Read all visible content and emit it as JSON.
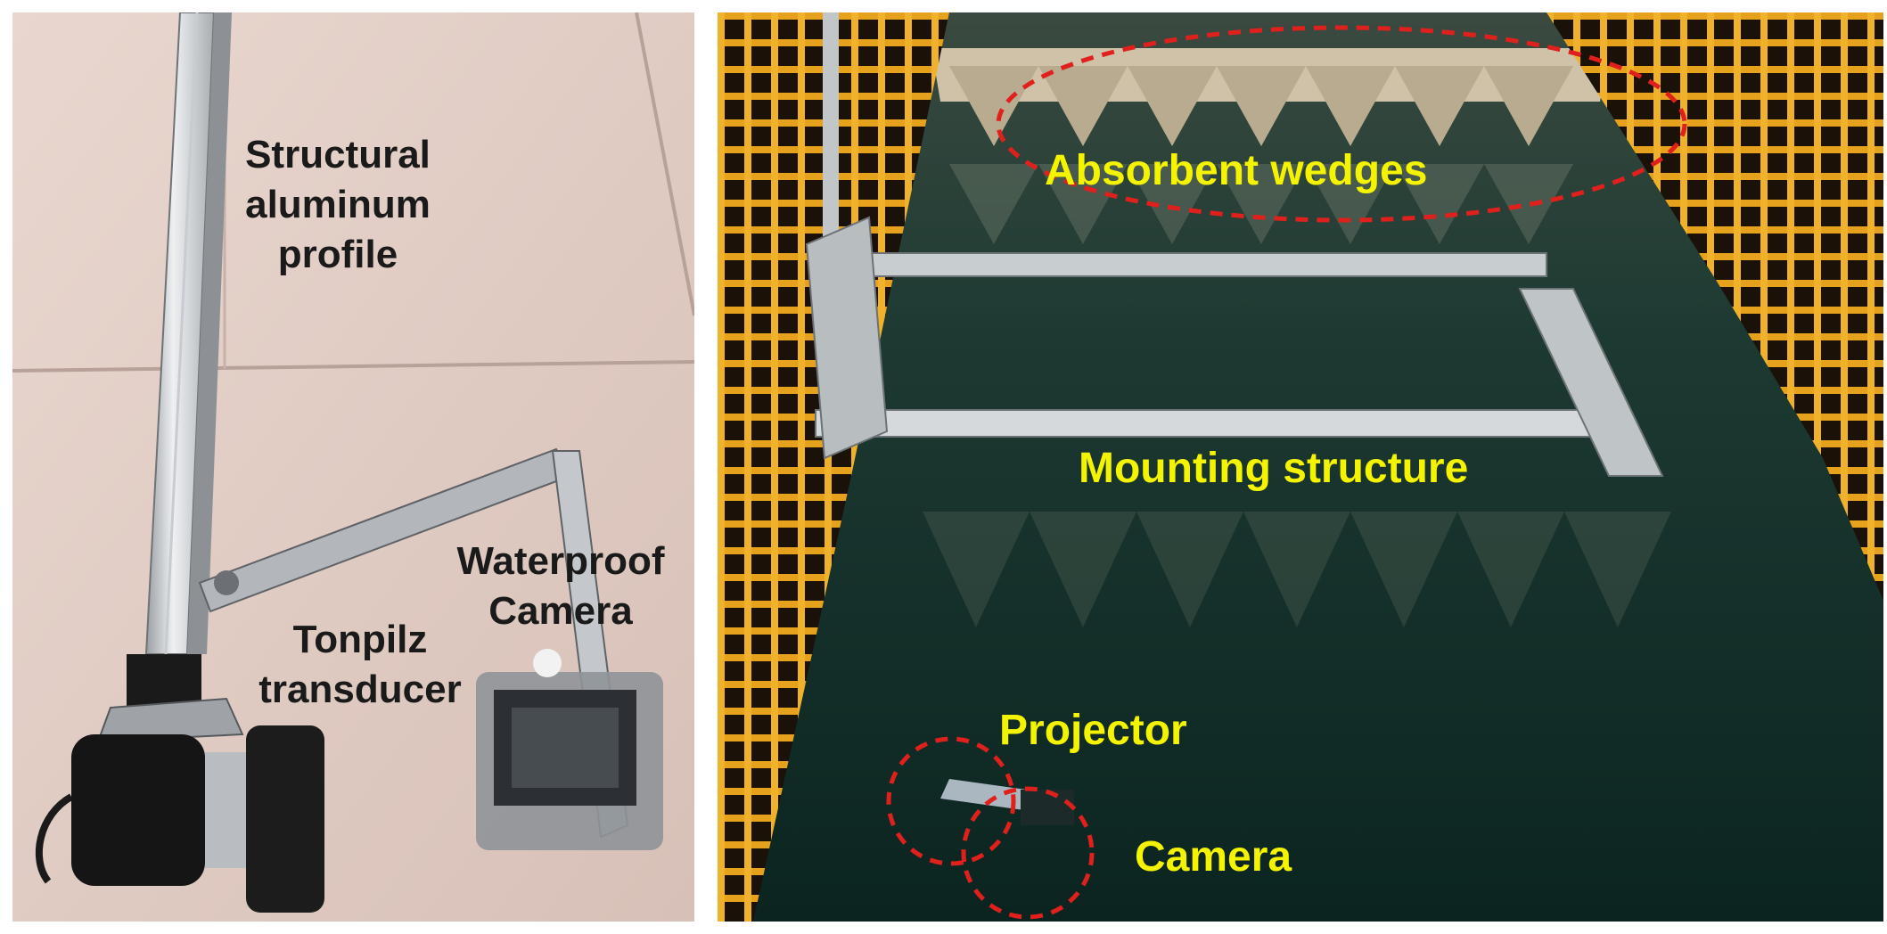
{
  "left_photo": {
    "labels": {
      "profile_line1": "Structural",
      "profile_line2": "aluminum",
      "profile_line3": "profile",
      "camera_line1": "Waterproof",
      "camera_line2": "Camera",
      "transducer_line1": "Tonpilz",
      "transducer_line2": "transducer"
    }
  },
  "right_photo": {
    "labels": {
      "wedges": "Absorbent wedges",
      "mounting": "Mounting structure",
      "projector": "Projector",
      "camera": "Camera"
    },
    "colors": {
      "label": "#f4f400",
      "highlight_circle": "#e0201c",
      "grating": "#e6a21c",
      "water": "#0c2a22"
    }
  }
}
